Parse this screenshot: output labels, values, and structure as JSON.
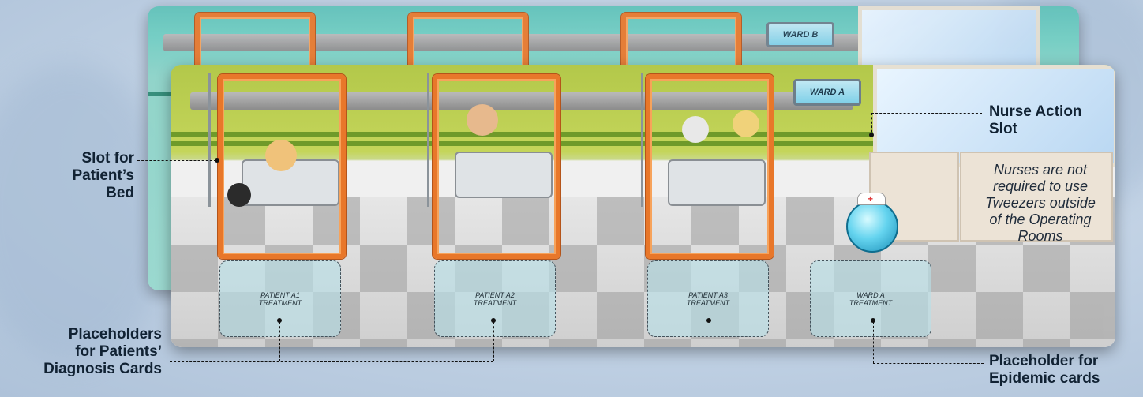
{
  "boards": {
    "back": {
      "ward_label": "WARD B"
    },
    "front": {
      "ward_label": "WARD A"
    }
  },
  "placeholders": [
    {
      "line1": "PATIENT A1",
      "line2": "TREATMENT"
    },
    {
      "line1": "PATIENT A2",
      "line2": "TREATMENT"
    },
    {
      "line1": "PATIENT A3",
      "line2": "TREATMENT"
    },
    {
      "line1": "WARD A",
      "line2": "TREATMENT"
    }
  ],
  "callouts": {
    "slot_for_bed": [
      "Slot for",
      "Patient’s Bed"
    ],
    "nurse_action": [
      "Nurse Action",
      "Slot"
    ],
    "nurse_note": [
      "Nurses are not",
      "required to use",
      "Tweezers outside",
      "of the Operating",
      "Rooms"
    ],
    "diagnosis": [
      "Placeholders",
      "for Patients’",
      "Diagnosis Cards"
    ],
    "epidemic": [
      "Placeholder for",
      "Epidemic cards"
    ]
  },
  "colors": {
    "slot_border": "#e8772a",
    "wall_front": "#b3c84a",
    "wall_back": "#5fc2b9",
    "nurse_token": "#65d4ef"
  }
}
